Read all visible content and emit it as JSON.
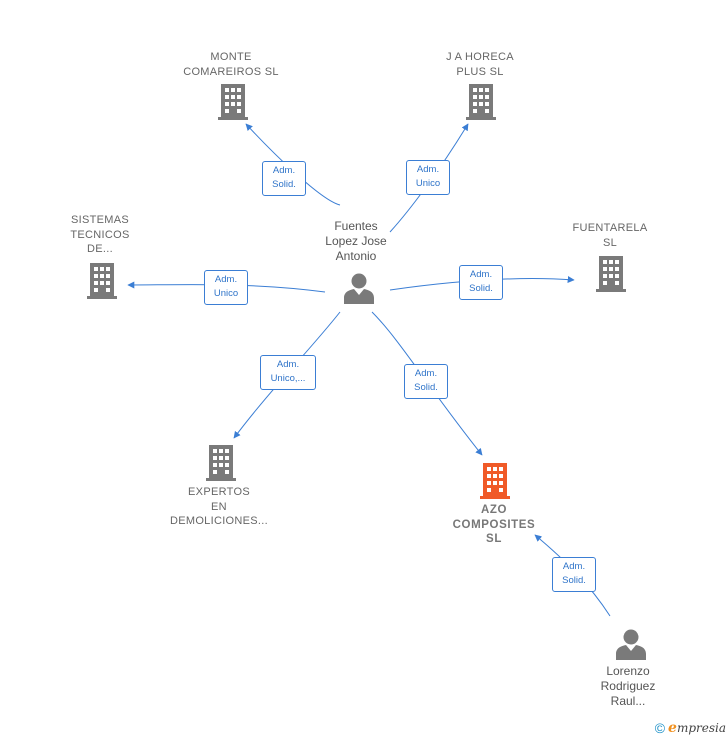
{
  "colors": {
    "edge": "#3b7ed4",
    "company_icon": "#7a7a7a",
    "focus_icon": "#f05a28",
    "person_icon": "#7a7a7a"
  },
  "nodes": {
    "monte": {
      "lines": [
        "MONTE",
        "COMAREIROS SL"
      ]
    },
    "horeca": {
      "lines": [
        "J A HORECA",
        "PLUS SL"
      ]
    },
    "sistemas": {
      "lines": [
        "SISTEMAS",
        "TECNICOS",
        "DE..."
      ]
    },
    "fuentarela": {
      "lines": [
        "FUENTARELA",
        "SL"
      ]
    },
    "fuentes": {
      "lines": [
        "Fuentes",
        "Lopez Jose",
        "Antonio"
      ]
    },
    "expertos": {
      "lines": [
        "EXPERTOS",
        "EN",
        "DEMOLICIONES..."
      ]
    },
    "azo": {
      "lines": [
        "AZO",
        "COMPOSITES",
        "SL"
      ]
    },
    "lorenzo": {
      "lines": [
        "Lorenzo",
        "Rodriguez",
        "Raul..."
      ]
    }
  },
  "edges": {
    "monte": [
      "Adm.",
      "Solid."
    ],
    "horeca": [
      "Adm.",
      "Unico"
    ],
    "sistemas": [
      "Adm.",
      "Unico"
    ],
    "fuentarela": [
      "Adm.",
      "Solid."
    ],
    "expertos": [
      "Adm.",
      "Unico,..."
    ],
    "azo": [
      "Adm.",
      "Solid."
    ],
    "lorenzo": [
      "Adm.",
      "Solid."
    ]
  },
  "footer": {
    "copyright": "©",
    "brand_first": "e",
    "brand_rest": "mpresia"
  },
  "icons": {
    "company": "building-icon",
    "person": "person-icon"
  }
}
